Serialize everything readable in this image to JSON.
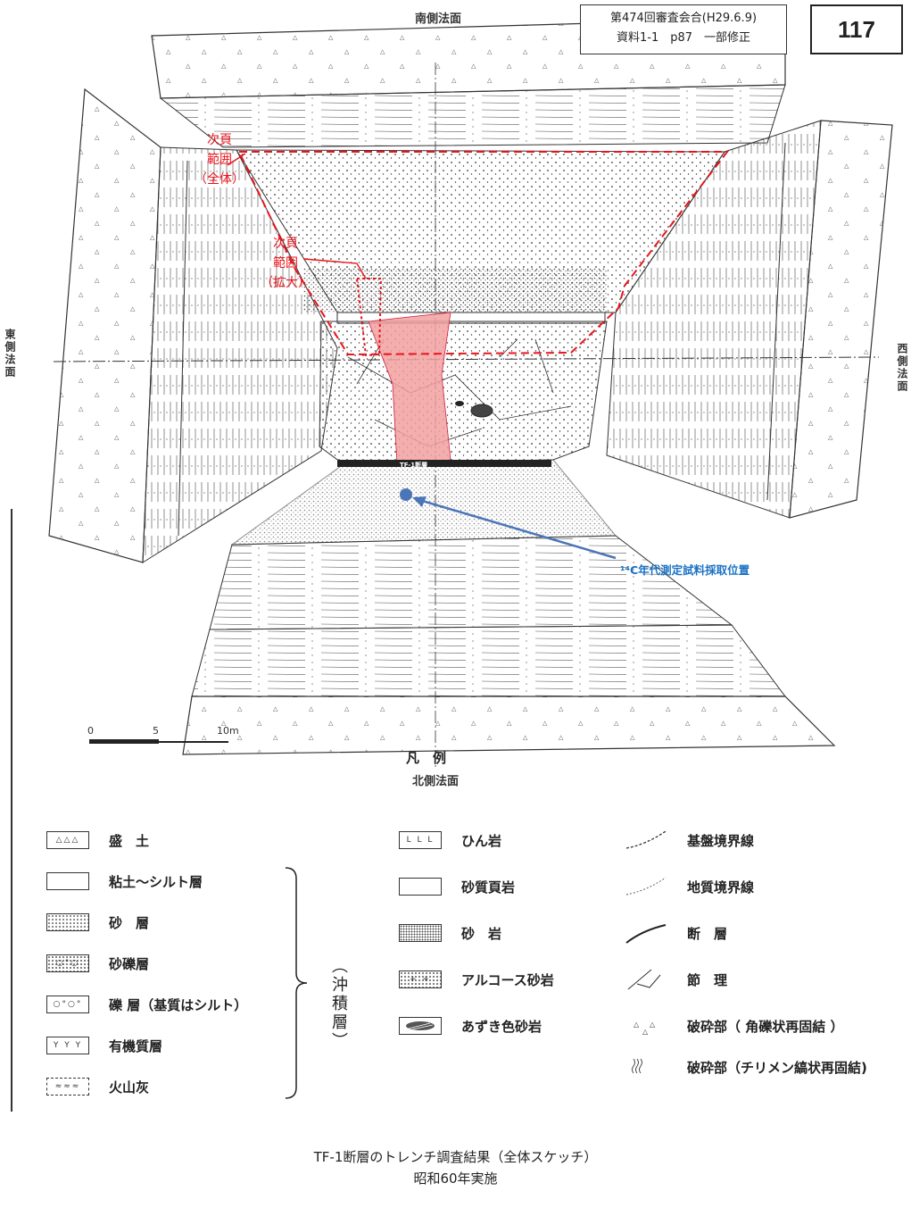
{
  "labels": {
    "south": "南側法面",
    "north": "北側法面",
    "east": "東側法面",
    "west": "西側法面",
    "tf_fault": "TF-1断層"
  },
  "ref_box": {
    "line1": "第474回審査会合(H29.6.9)",
    "line2": "資料1-1　p87　一部修正"
  },
  "page_number": "117",
  "annotations": {
    "next_full_1": "次頁",
    "next_full_2": "範囲",
    "next_full_3": "（全体）",
    "next_zoom_1": "次頁",
    "next_zoom_2": "範囲",
    "next_zoom_3": "（拡大）",
    "c14": "¹⁴C年代測定試料採取位置"
  },
  "scale": {
    "tick0": "0",
    "tick1": "5",
    "tick2": "10m"
  },
  "legend": {
    "title": "凡　例",
    "col1": [
      {
        "symbol": "fill-icon",
        "text": "盛　土"
      },
      {
        "symbol": "clay-icon",
        "text": "粘土〜シルト層"
      },
      {
        "symbol": "sand-icon",
        "text": "砂　層"
      },
      {
        "symbol": "sandy-gravel-icon",
        "text": "砂礫層"
      },
      {
        "symbol": "gravel-icon",
        "text": "礫 層（基質はシルト）"
      },
      {
        "symbol": "organic-icon",
        "text": "有機質層"
      },
      {
        "symbol": "volcanic-ash-icon",
        "text": "火山灰"
      }
    ],
    "bracket": "（沖積層）",
    "col2": [
      {
        "symbol": "porphyrite-icon",
        "text": "ひん岩"
      },
      {
        "symbol": "shale-icon",
        "text": "砂質頁岩"
      },
      {
        "symbol": "sandstone-icon",
        "text": "砂　岩"
      },
      {
        "symbol": "arkose-icon",
        "text": "アルコース砂岩"
      },
      {
        "symbol": "red-sandstone-icon",
        "text": "あずき色砂岩"
      }
    ],
    "col3": [
      {
        "symbol": "basement-boundary-icon",
        "text": "基盤境界線"
      },
      {
        "symbol": "geologic-boundary-icon",
        "text": "地質境界線"
      },
      {
        "symbol": "fault-icon",
        "text": "断　層"
      },
      {
        "symbol": "joint-icon",
        "text": "節　理"
      },
      {
        "symbol": "breccia-icon",
        "text": "破砕部（ 角礫状再固結 ）"
      },
      {
        "symbol": "crumpled-icon",
        "text": "破砕部（チリメン縞状再固結)"
      }
    ]
  },
  "caption": {
    "line1": "TF-1断層のトレンチ調査結果（全体スケッチ）",
    "line2": "昭和60年実施"
  },
  "colors": {
    "red": "#e8141c",
    "pink_fill": "#f2a0a0",
    "blue": "#1a72c4"
  }
}
